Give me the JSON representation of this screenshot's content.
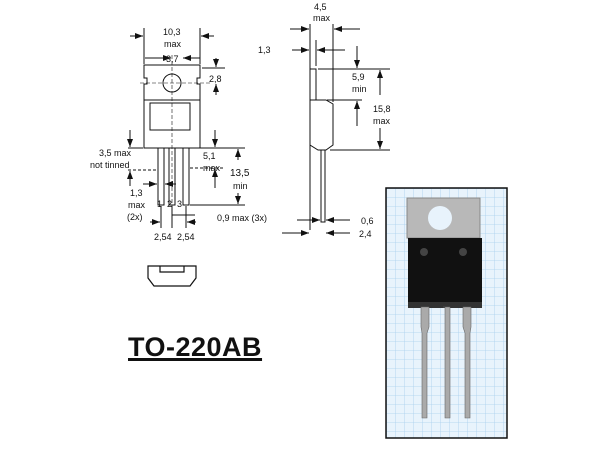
{
  "title": "TO-220AB",
  "front_view": {
    "width": "10,3",
    "width_note": "max",
    "hole_spacing": "3,7",
    "hole_offset": "2,8",
    "lead_untinned": "3,5 max",
    "lead_untinned_note": "not tinned",
    "body_lead": "5,1",
    "body_lead_note": "max",
    "lead_length": "13,5",
    "lead_length_note": "min",
    "lead_width": "1,3",
    "lead_width_note": "max",
    "lead_width_count": "(2x)",
    "pin_labels": [
      "1",
      "2",
      "3"
    ],
    "lead_thickness": "0,9 max (3x)",
    "pitch": [
      "2,54",
      "2,54"
    ]
  },
  "side_view": {
    "thickness": "4,5",
    "thickness_note": "max",
    "tab_thickness": "1,3",
    "tab_height": "5,9",
    "tab_height_note": "min",
    "total_height": "15,8",
    "total_height_note": "max",
    "lead_thick": "0,6",
    "lead_offset": "2,4"
  },
  "colors": {
    "grid": "#a9cfee",
    "paper": "#e8f3fc",
    "tab": "#b8b8b8",
    "body": "#111111"
  }
}
